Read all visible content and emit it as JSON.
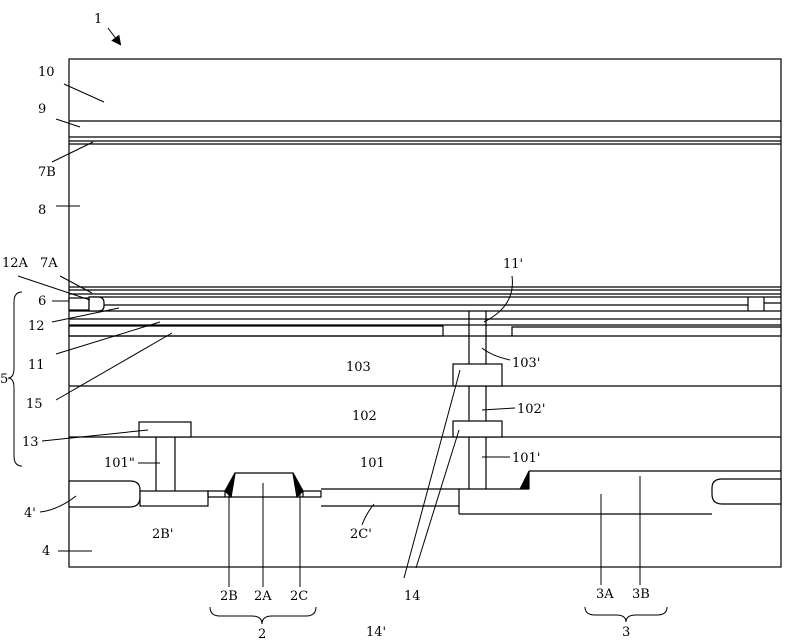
{
  "figure": {
    "labels": {
      "l1": "1",
      "l10": "10",
      "l9": "9",
      "l7B": "7B",
      "l8": "8",
      "l12A": "12A",
      "l7A": "7A",
      "l11p": "11'",
      "l6": "6",
      "l12": "12",
      "l11": "11",
      "l15": "15",
      "l5": "5",
      "l103": "103",
      "l103p": "103'",
      "l102": "102",
      "l102p": "102'",
      "l13": "13",
      "l101pp": "101\"",
      "l101": "101",
      "l101p": "101'",
      "l4p": "4'",
      "l2Bp": "2B'",
      "l2Cp": "2C'",
      "l4": "4",
      "l2B": "2B",
      "l2A": "2A",
      "l2C": "2C",
      "l14": "14",
      "l14p": "14'",
      "l3A": "3A",
      "l3B": "3B",
      "l2": "2",
      "l3": "3"
    }
  }
}
